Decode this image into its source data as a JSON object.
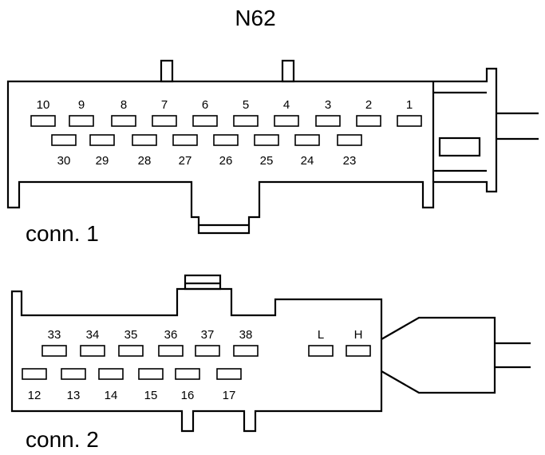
{
  "title": "N62",
  "connector1": {
    "label": "conn. 1",
    "top_row": [
      "10",
      "9",
      "8",
      "7",
      "6",
      "5",
      "4",
      "3",
      "2",
      "1"
    ],
    "bottom_row": [
      "30",
      "29",
      "28",
      "27",
      "26",
      "25",
      "24",
      "23"
    ]
  },
  "connector2": {
    "label": "conn. 2",
    "top_row": [
      "33",
      "34",
      "35",
      "36",
      "37",
      "38"
    ],
    "can_pins": [
      "L",
      "H"
    ],
    "bottom_row": [
      "12",
      "13",
      "14",
      "15",
      "16",
      "17"
    ]
  }
}
